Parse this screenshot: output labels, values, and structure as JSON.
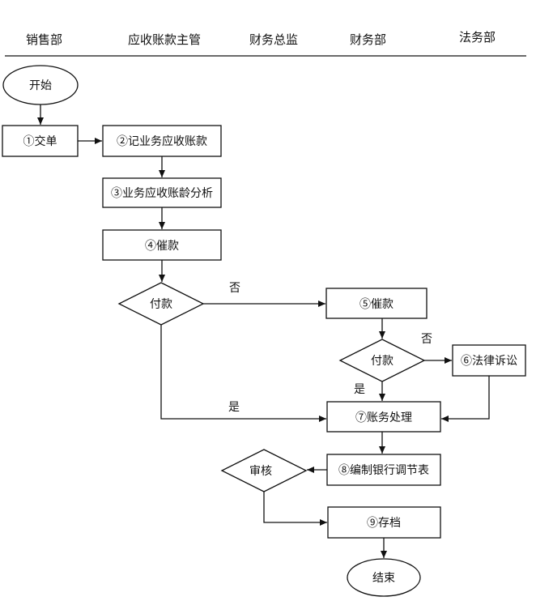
{
  "header": {
    "lanes": [
      "销售部",
      "应收账款主管",
      "财务总监",
      "财务部",
      "法务部"
    ]
  },
  "nodes": {
    "start": "开始",
    "step1": "①交单",
    "step2": "②记业务应收账款",
    "step3": "③业务应收账龄分析",
    "step4": "④催款",
    "decision1": "付款",
    "step5": "⑤催款",
    "decision2": "付款",
    "step6": "⑥法律诉讼",
    "step7": "⑦账务处理",
    "step8": "⑧编制银行调节表",
    "decision3": "审核",
    "step9": "⑨存档",
    "end": "结束"
  },
  "labels": {
    "no1": "否",
    "no2": "否",
    "yes1": "是",
    "yes2": "是"
  }
}
